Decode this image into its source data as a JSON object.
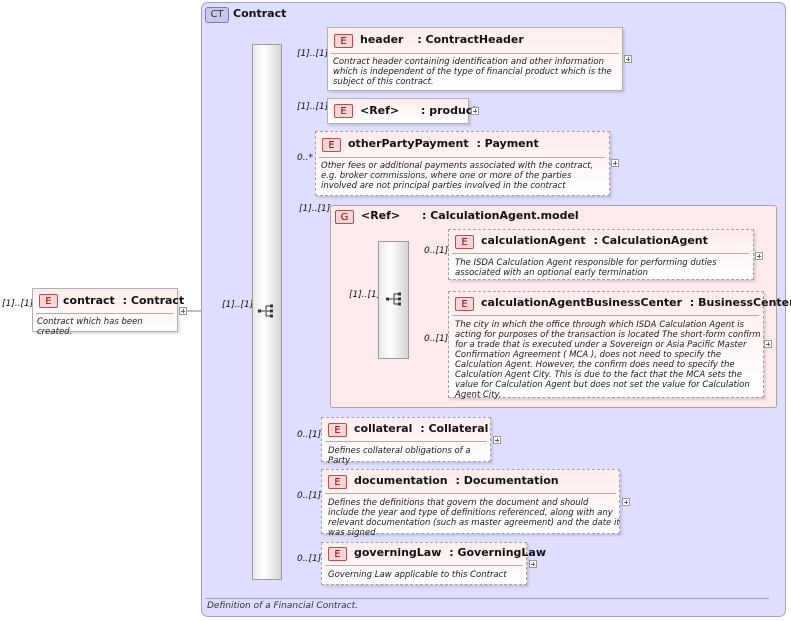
{
  "complex_type": {
    "badge": "CT",
    "title": "Contract",
    "description": "Definition of a Financial Contract."
  },
  "root": {
    "badge": "E",
    "name": "contract",
    "type": ": Contract",
    "description": "Contract which has been created.",
    "cardinality": "[1]..[1]"
  },
  "sequence_cardinality": "[1]..[1]",
  "elements": {
    "header": {
      "badge": "E",
      "name": "header",
      "type": ": ContractHeader",
      "cardinality": "[1]..[1]",
      "description": "Contract header containing identification and other information which is independent of the type of financial product which is the subject of this contract."
    },
    "product": {
      "badge": "E",
      "name": "<Ref>",
      "type": ": product",
      "cardinality": "[1]..[1]"
    },
    "otherPartyPayment": {
      "badge": "E",
      "name": "otherPartyPayment",
      "type": ": Payment",
      "cardinality": "0..*",
      "description": "Other fees or additional payments associated with the contract, e.g. broker commissions, where one or more of the parties involved are not principal parties involved in the contract"
    },
    "collateral": {
      "badge": "E",
      "name": "collateral",
      "type": ": Collateral",
      "cardinality": "0..[1]",
      "description": "Defines collateral obligations of a Party"
    },
    "documentation": {
      "badge": "E",
      "name": "documentation",
      "type": ": Documentation",
      "cardinality": "0..[1]",
      "description": "Defines the definitions that govern the document and should include the year and type of definitions referenced, along with any relevant documentation (such as master agreement) and the date it was signed"
    },
    "governingLaw": {
      "badge": "E",
      "name": "governingLaw",
      "type": ": GoverningLaw",
      "cardinality": "0..[1]",
      "description": "Governing Law applicable to this Contract"
    }
  },
  "group": {
    "badge": "G",
    "name": "<Ref>",
    "type": ": CalculationAgent.model",
    "cardinality": "[1]..[1]",
    "sequence_cardinality": "[1]..[1]",
    "calculationAgent": {
      "badge": "E",
      "name": "calculationAgent",
      "type": ": CalculationAgent",
      "cardinality": "0..[1]",
      "description": "The ISDA Calculation Agent responsible for performing duties associated with an optional early termination"
    },
    "calculationAgentBusinessCenter": {
      "badge": "E",
      "name": "calculationAgentBusinessCenter",
      "type": ": BusinessCenter",
      "cardinality": "0..[1]",
      "description": "The city in which the office through which ISDA Calculation Agent is acting for purposes of the transaction is located The short-form confirm for a trade that is executed under a Sovereign or Asia Pacific Master Confirmation Agreement ( MCA ), does not need to specify the Calculation Agent. However, the confirm does need to specify the Calculation Agent City. This is due to the fact that the MCA sets the value for Calculation Agent but does not set the value for Calculation Agent City."
    }
  },
  "icons": {
    "sequence": "sequence-icon",
    "expand": "expand-plus-icon"
  }
}
